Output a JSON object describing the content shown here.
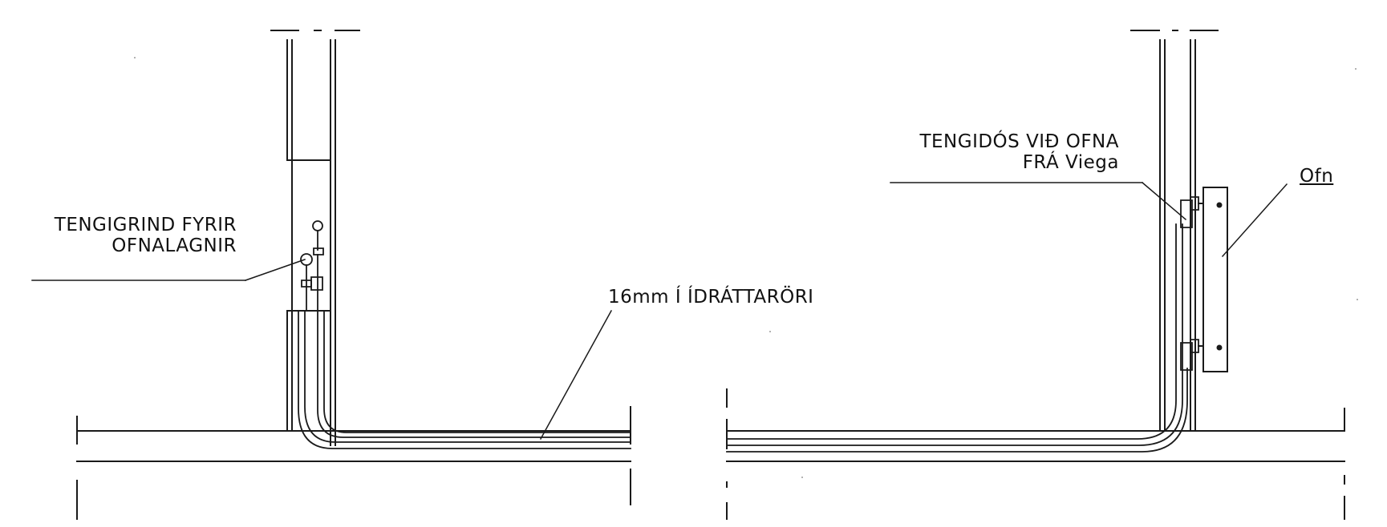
{
  "labels": {
    "tengigrind_line1": "TENGIGRIND FYRIR",
    "tengigrind_line2": "OFNALAGNIR",
    "tengidos_line1": "TENGIDÓS VIÐ OFNA",
    "tengidos_line2": "FRÁ Viega",
    "pipe": "16mm Í ÍDRÁTTARÖRI",
    "ofn": "Ofn"
  },
  "colors": {
    "line": "#1a1a1a",
    "background": "#ffffff"
  }
}
